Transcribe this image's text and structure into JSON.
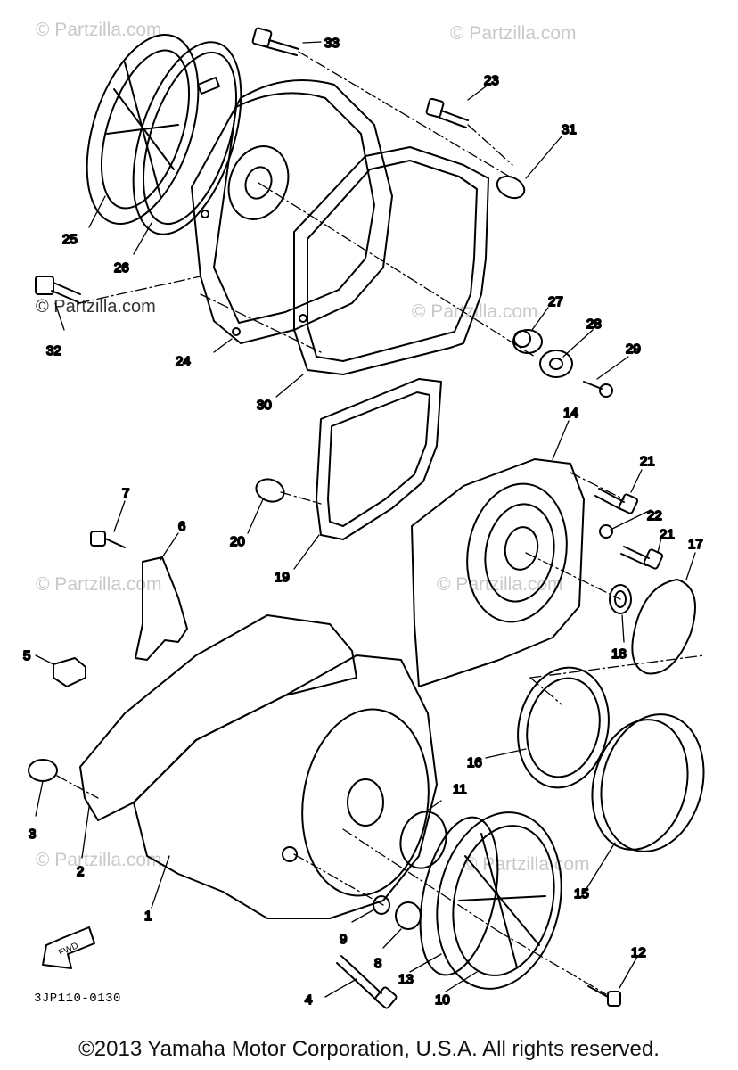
{
  "watermarks": [
    "© Partzilla.com",
    "© Partzilla.com",
    "© Partzilla.com",
    "© Partzilla.com",
    "© Partzilla.com",
    "© Partzilla.com",
    "© Partzilla.com",
    "© Partzilla.com"
  ],
  "diagram_code": "3JP110-0130",
  "fwd_label": "FWD",
  "footer": "©2013 Yamaha Motor Corporation, U.S.A. All rights reserved.",
  "part_numbers": {
    "p1": "1",
    "p2": "2",
    "p3": "3",
    "p4": "4",
    "p5": "5",
    "p6": "6",
    "p7": "7",
    "p8": "8",
    "p9": "9",
    "p10": "10",
    "p11": "11",
    "p12": "12",
    "p13": "13",
    "p14": "14",
    "p15": "15",
    "p16": "16",
    "p17": "17",
    "p18": "18",
    "p19": "19",
    "p20": "20",
    "p21a": "21",
    "p21b": "21",
    "p22": "22",
    "p23": "23",
    "p24": "24",
    "p25": "25",
    "p26": "26",
    "p27": "27",
    "p28": "28",
    "p29": "29",
    "p30": "30",
    "p31": "31",
    "p32": "32",
    "p33": "33"
  },
  "colors": {
    "line": "#000000",
    "watermark": "#c9c9c9",
    "background": "#ffffff"
  }
}
